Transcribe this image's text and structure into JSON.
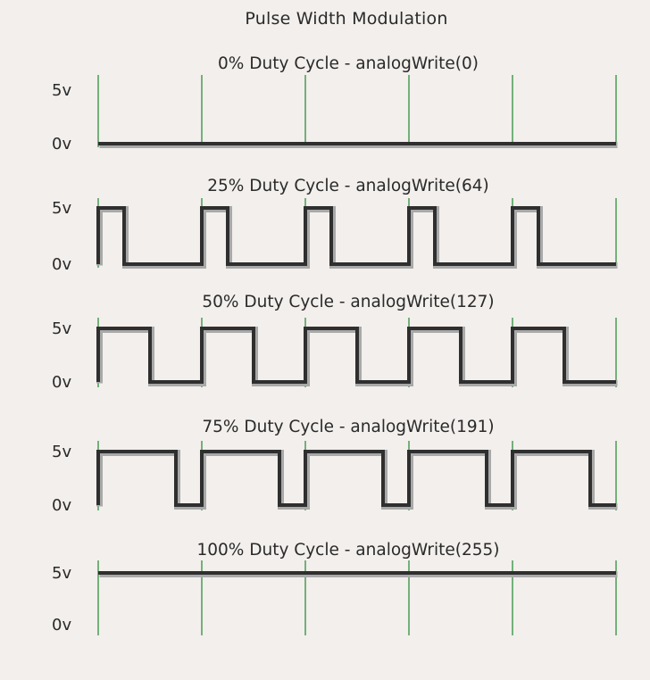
{
  "title": "Pulse Width Modulation",
  "voltage_labels": {
    "high": "5v",
    "low": "0v"
  },
  "colors": {
    "background": "#f2efec",
    "signal": "#2f2f2f",
    "signal_shadow": "#a9a9a9",
    "grid": "#4a9a55",
    "text": "#2a2a2a"
  },
  "chart_data": {
    "type": "line",
    "periods": 5,
    "panels": [
      {
        "title": "0% Duty Cycle - analogWrite(0)",
        "duty_cycle": 0,
        "analog_write": 0
      },
      {
        "title": "25% Duty Cycle - analogWrite(64)",
        "duty_cycle": 0.25,
        "analog_write": 64
      },
      {
        "title": "50% Duty Cycle - analogWrite(127)",
        "duty_cycle": 0.5,
        "analog_write": 127
      },
      {
        "title": "75% Duty Cycle - analogWrite(191)",
        "duty_cycle": 0.75,
        "analog_write": 191
      },
      {
        "title": "100% Duty Cycle - analogWrite(255)",
        "duty_cycle": 1,
        "analog_write": 255
      }
    ]
  }
}
